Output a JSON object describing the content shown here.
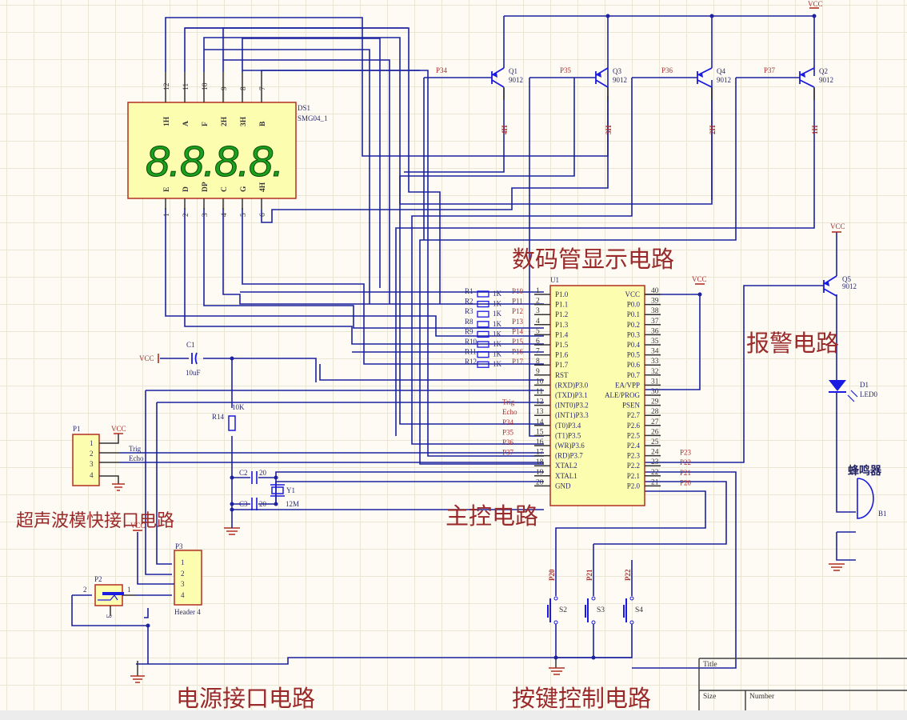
{
  "sections": {
    "display": "数码管显示电路",
    "mcu": "主控电路",
    "alarm": "报警电路",
    "ultrasonic": "超声波模快接口电路",
    "power": "电源接口电路",
    "keys": "按键控制电路"
  },
  "display": {
    "designator": "DS1",
    "part": "SMG04_1",
    "top_pins": [
      "12",
      "11",
      "10",
      "9",
      "8",
      "7"
    ],
    "top_labels": [
      "1H",
      "A",
      "F",
      "2H",
      "3H",
      "B"
    ],
    "bottom_pins": [
      "1",
      "2",
      "3",
      "4",
      "5",
      "6"
    ],
    "bottom_labels": [
      "E",
      "D",
      "DP",
      "C",
      "G",
      "4H"
    ],
    "digits": "8.8.8.8."
  },
  "transistors": [
    {
      "ref": "Q1",
      "part": "9012",
      "net": "P34",
      "out": "4H"
    },
    {
      "ref": "Q3",
      "part": "9012",
      "net": "P35",
      "out": "3H"
    },
    {
      "ref": "Q4",
      "part": "9012",
      "net": "P36",
      "out": "2H"
    },
    {
      "ref": "Q2",
      "part": "9012",
      "net": "P37",
      "out": "1H"
    }
  ],
  "vcc_label": "VCC",
  "mcu": {
    "ref": "U1",
    "left_pins": [
      {
        "num": "1",
        "name": "P1.0",
        "net": "P10",
        "res": "R1",
        "val": "1K"
      },
      {
        "num": "2",
        "name": "P1.1",
        "net": "P11",
        "res": "R2",
        "val": "1K"
      },
      {
        "num": "3",
        "name": "P1.2",
        "net": "P12",
        "res": "R3",
        "val": "1K"
      },
      {
        "num": "4",
        "name": "P1.3",
        "net": "P13",
        "res": "R8",
        "val": "1K"
      },
      {
        "num": "5",
        "name": "P1.4",
        "net": "P14",
        "res": "R9",
        "val": "1K"
      },
      {
        "num": "6",
        "name": "P1.5",
        "net": "P15",
        "res": "R10",
        "val": "1K"
      },
      {
        "num": "7",
        "name": "P1.6",
        "net": "P16",
        "res": "R11",
        "val": "1K"
      },
      {
        "num": "8",
        "name": "P1.7",
        "net": "P17",
        "res": "R12",
        "val": "1K"
      },
      {
        "num": "9",
        "name": "RST",
        "net": ""
      },
      {
        "num": "10",
        "name": "(RXD)P3.0",
        "net": ""
      },
      {
        "num": "11",
        "name": "(TXD)P3.1",
        "net": ""
      },
      {
        "num": "12",
        "name": "(INT0)P3.2",
        "net": "Trig"
      },
      {
        "num": "13",
        "name": "(INT1)P3.3",
        "net": "Echo"
      },
      {
        "num": "14",
        "name": "(T0)P3.4",
        "net": "P34"
      },
      {
        "num": "15",
        "name": "(T1)P3.5",
        "net": "P35"
      },
      {
        "num": "16",
        "name": "(WR)P3.6",
        "net": "P36"
      },
      {
        "num": "17",
        "name": "(RD)P3.7",
        "net": "P37"
      },
      {
        "num": "18",
        "name": "XTAL2",
        "net": ""
      },
      {
        "num": "19",
        "name": "XTAL1",
        "net": ""
      },
      {
        "num": "20",
        "name": "GND",
        "net": ""
      }
    ],
    "right_pins": [
      {
        "num": "40",
        "name": "VCC",
        "net": ""
      },
      {
        "num": "39",
        "name": "P0.0",
        "net": ""
      },
      {
        "num": "38",
        "name": "P0.1",
        "net": ""
      },
      {
        "num": "37",
        "name": "P0.2",
        "net": ""
      },
      {
        "num": "36",
        "name": "P0.3",
        "net": ""
      },
      {
        "num": "35",
        "name": "P0.4",
        "net": ""
      },
      {
        "num": "34",
        "name": "P0.5",
        "net": ""
      },
      {
        "num": "33",
        "name": "P0.6",
        "net": ""
      },
      {
        "num": "32",
        "name": "P0.7",
        "net": ""
      },
      {
        "num": "31",
        "name": "EA/VPP",
        "net": ""
      },
      {
        "num": "30",
        "name": "ALE/PROG",
        "net": ""
      },
      {
        "num": "29",
        "name": "PSEN",
        "net": ""
      },
      {
        "num": "28",
        "name": "P2.7",
        "net": ""
      },
      {
        "num": "27",
        "name": "P2.6",
        "net": ""
      },
      {
        "num": "26",
        "name": "P2.5",
        "net": ""
      },
      {
        "num": "25",
        "name": "P2.4",
        "net": ""
      },
      {
        "num": "24",
        "name": "P2.3",
        "net": "P23"
      },
      {
        "num": "23",
        "name": "P2.2",
        "net": "P22"
      },
      {
        "num": "22",
        "name": "P2.1",
        "net": "P21"
      },
      {
        "num": "21",
        "name": "P2.0",
        "net": "P20"
      }
    ]
  },
  "reset": {
    "cap_ref": "C1",
    "cap_val": "10uF",
    "res_ref": "R14",
    "res_val": "10K"
  },
  "crystal": {
    "c2_ref": "C2",
    "c2_val": "20",
    "c3_ref": "C3",
    "c3_val": "20",
    "y_ref": "Y1",
    "y_val": "12M"
  },
  "ultrasonic_header": {
    "ref": "P1",
    "pins": [
      "1",
      "2",
      "3",
      "4"
    ],
    "trig": "Trig",
    "echo": "Echo"
  },
  "power_header": {
    "ref": "P3",
    "pins": [
      "1",
      "2",
      "3",
      "4"
    ],
    "part": "Header 4"
  },
  "power_jack": {
    "ref": "P2",
    "pin1": "1",
    "pin2": "2",
    "pin3": "3"
  },
  "alarm": {
    "q_ref": "Q5",
    "q_part": "9012",
    "led_ref": "D1",
    "led_part": "LED0",
    "buzzer_label": "蜂鸣器",
    "buzzer_ref": "B1"
  },
  "keys": [
    {
      "ref": "S2",
      "net": "P20"
    },
    {
      "ref": "S3",
      "net": "P21"
    },
    {
      "ref": "S4",
      "net": "P22"
    }
  ],
  "title_block": {
    "title_label": "Title",
    "size_label": "Size",
    "number_label": "Number"
  }
}
